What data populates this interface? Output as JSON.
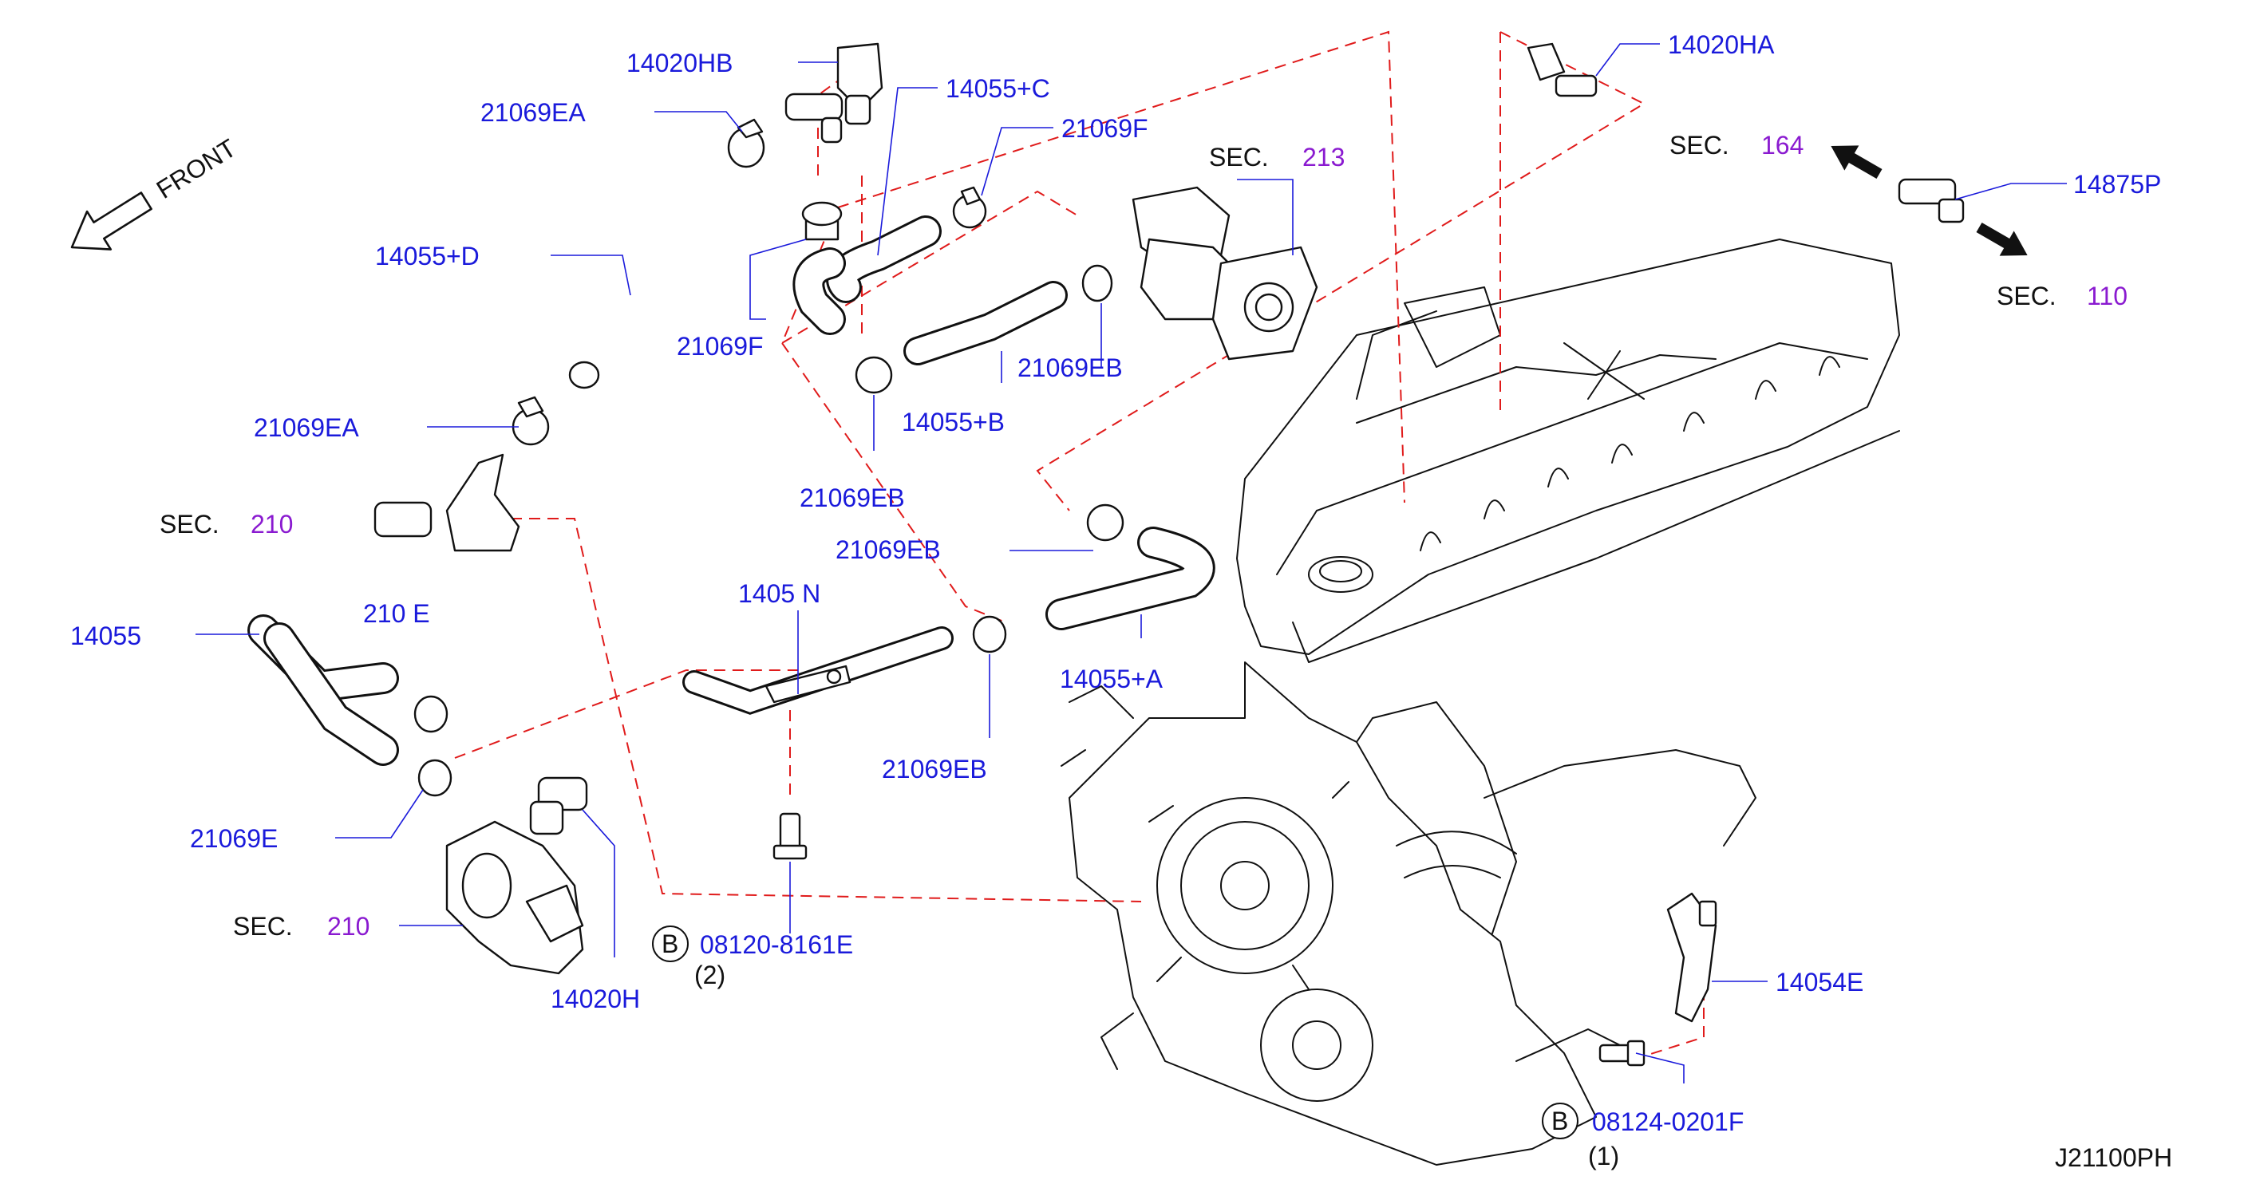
{
  "orientation": {
    "label": "FRONT",
    "icon": "front-arrow-icon"
  },
  "part_labels": {
    "p14020HB": "14020HB",
    "p21069EA_top": "21069EA",
    "p14055C": "14055+C",
    "p21069F_top": "21069F",
    "p14055D": "14055+D",
    "p21069F_mid": "21069F",
    "p21069EA_mid": "21069EA",
    "p14020HA": "14020HA",
    "p14875P": "14875P",
    "p21069EB_a": "21069EB",
    "p14055B": "14055+B",
    "p21069EB_b": "21069EB",
    "p21069EB_c": "21069EB",
    "p14055N": "1405 N",
    "p14055": "14055",
    "p2106E_partial": "210 E",
    "p14055A": "14055+A",
    "p21069EB_d": "21069EB",
    "p21069E": "21069E",
    "p14020H": "14020H",
    "p14054E": "14054E",
    "bolt1": "08120-8161E",
    "bolt1_qty": "(2)",
    "bolt2": "08124-0201F",
    "bolt2_qty": "(1)",
    "bolt_badge": "B"
  },
  "section_refs": {
    "sec_word": "SEC.",
    "sec213": "213",
    "sec164": "164",
    "sec110": "110",
    "sec210_a": "210",
    "sec210_b": "210"
  },
  "diagram_code": "J21100PH",
  "colors": {
    "part_number": "#1a1adb",
    "section_number": "#8a1ad0",
    "dashed_line": "#e01b1b",
    "line_art": "#111111"
  }
}
